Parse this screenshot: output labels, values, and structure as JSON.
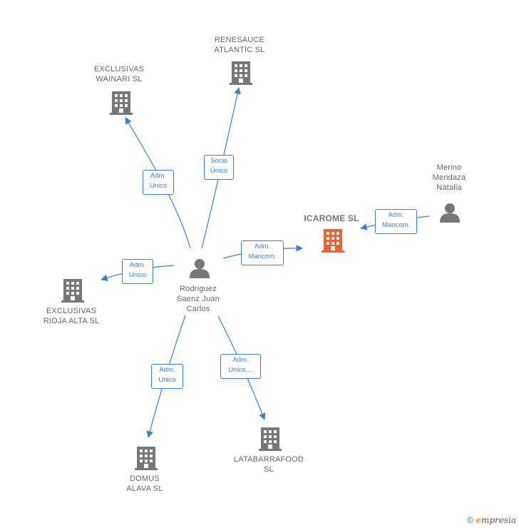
{
  "colors": {
    "edge": "#3a7fd5",
    "building": "#777777",
    "building_focus": "#f06030",
    "person": "#777777"
  },
  "nodes": {
    "renesauce": {
      "label": "RENESAUCE\nATLANTIC SL",
      "icon": "building-icon"
    },
    "wainari": {
      "label": "EXCLUSIVAS\nWAINARI  SL",
      "icon": "building-icon"
    },
    "icarome": {
      "label": "ICAROME  SL",
      "icon": "building-icon"
    },
    "merino": {
      "label": "Merino\nMendaza\nNatalia",
      "icon": "person-icon"
    },
    "rodriguez": {
      "label": "Rodriguez\nSaenz Juan\nCarlos",
      "icon": "person-icon"
    },
    "rioja": {
      "label": "EXCLUSIVAS\nRIOJA ALTA  SL",
      "icon": "building-icon"
    },
    "domus": {
      "label": "DOMUS\nALAVA SL",
      "icon": "building-icon"
    },
    "latabarra": {
      "label": "LATABARRAFOOD\nSL",
      "icon": "building-icon"
    }
  },
  "edges": {
    "to_wainari": "Adm.\nUnico",
    "to_renesauce": "Socio\nÚnico",
    "to_icarome": "Adm.\nMancom.",
    "merino_to_icarome": "Adm.\nMancom.",
    "to_rioja": "Adm.\nUnico",
    "to_domus": "Adm.\nUnico",
    "to_latabarra": "Adm.\nUnico,..."
  },
  "footer": {
    "copyright": "©",
    "brand_first": "e",
    "brand_rest": "mpresia"
  }
}
